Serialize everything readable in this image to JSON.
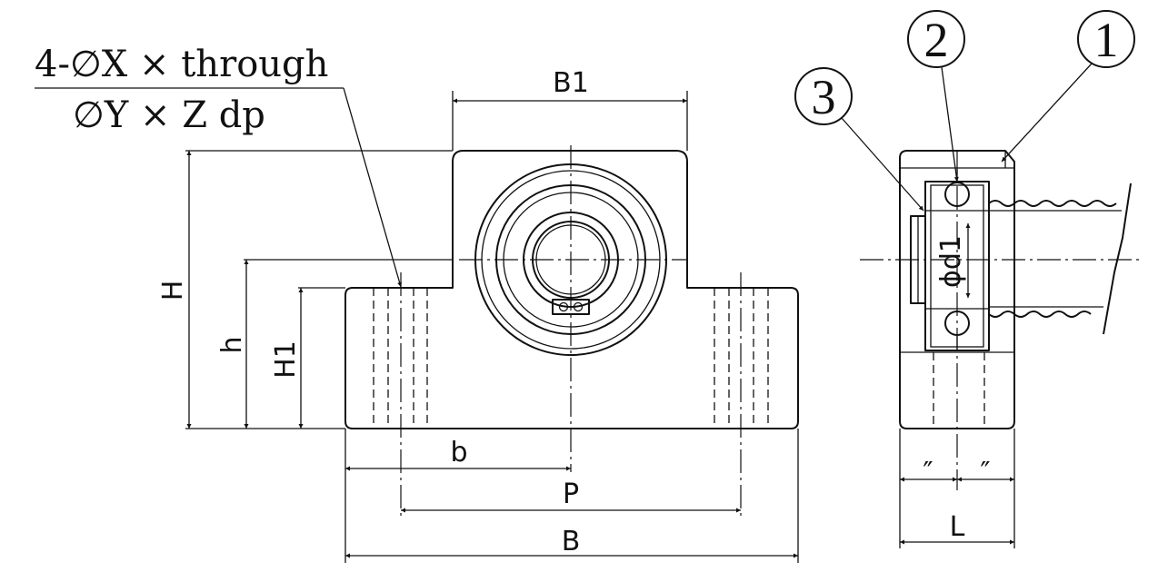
{
  "note": {
    "line1": "4-∅X ×  through",
    "line2": "∅Y ×  Z dp"
  },
  "dimensions": {
    "B1": "B1",
    "H": "H",
    "h": "h",
    "H1": "H1",
    "b": "b",
    "P": "P",
    "B": "B",
    "d1": "ϕd1",
    "L": "L",
    "seg_left": "″",
    "seg_right": "″"
  },
  "balloons": [
    "1",
    "2",
    "3"
  ]
}
